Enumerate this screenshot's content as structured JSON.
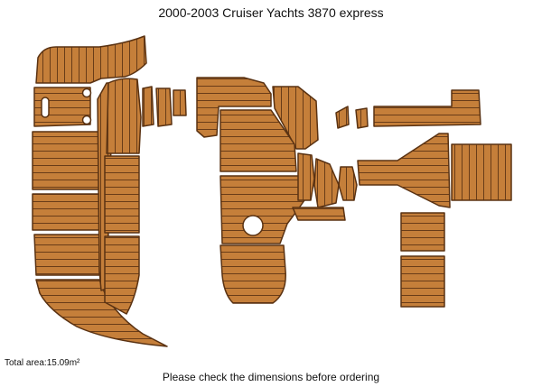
{
  "title": "2000-2003 Cruiser Yachts 3870  express",
  "total_area": "Total area:15.09m²",
  "footer_note": "Please check the dimensions before ordering",
  "colors": {
    "teak": "#c57f3a",
    "border": "#5a3212",
    "groove": "#5e3414",
    "background": "#ffffff"
  }
}
